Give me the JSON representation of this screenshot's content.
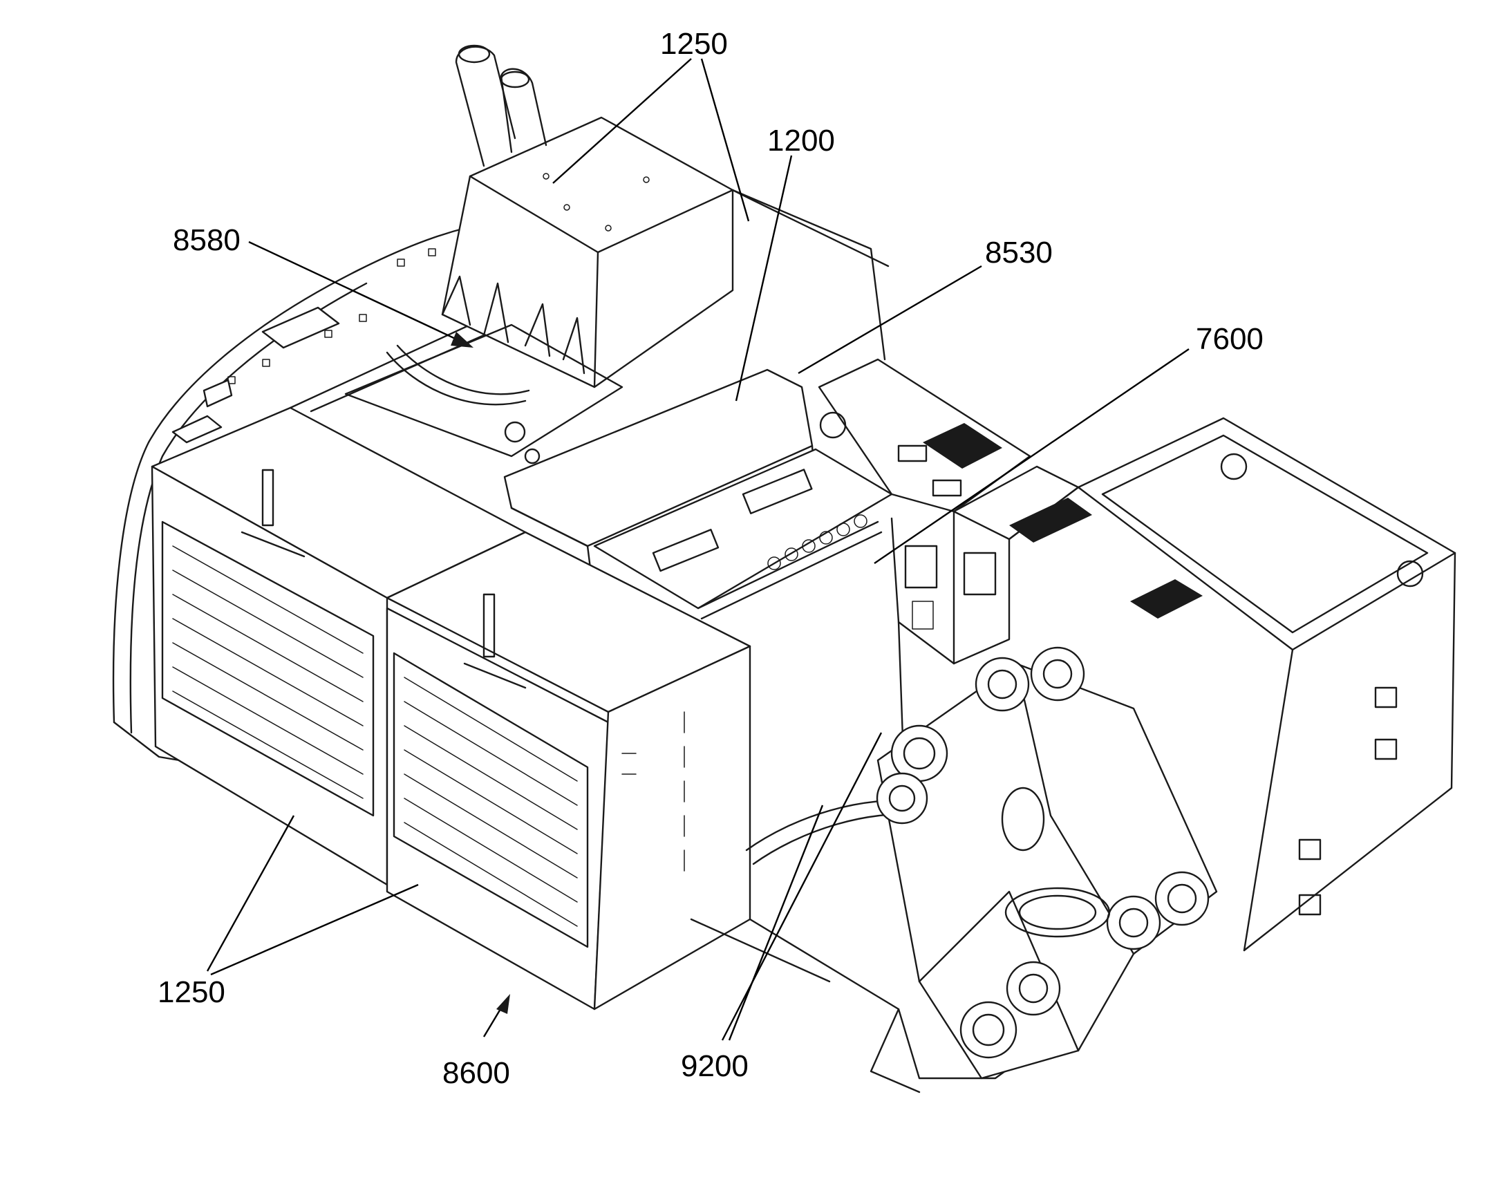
{
  "figure": {
    "reference_labels": [
      {
        "id": "top-1250",
        "text": "1250"
      },
      {
        "id": "top-1200",
        "text": "1200"
      },
      {
        "id": "top-8580",
        "text": "8580"
      },
      {
        "id": "top-8530",
        "text": "8530"
      },
      {
        "id": "top-7600",
        "text": "7600"
      },
      {
        "id": "bottom-1250",
        "text": "1250"
      },
      {
        "id": "bottom-8600",
        "text": "8600"
      },
      {
        "id": "bottom-9200",
        "text": "9200"
      }
    ]
  }
}
